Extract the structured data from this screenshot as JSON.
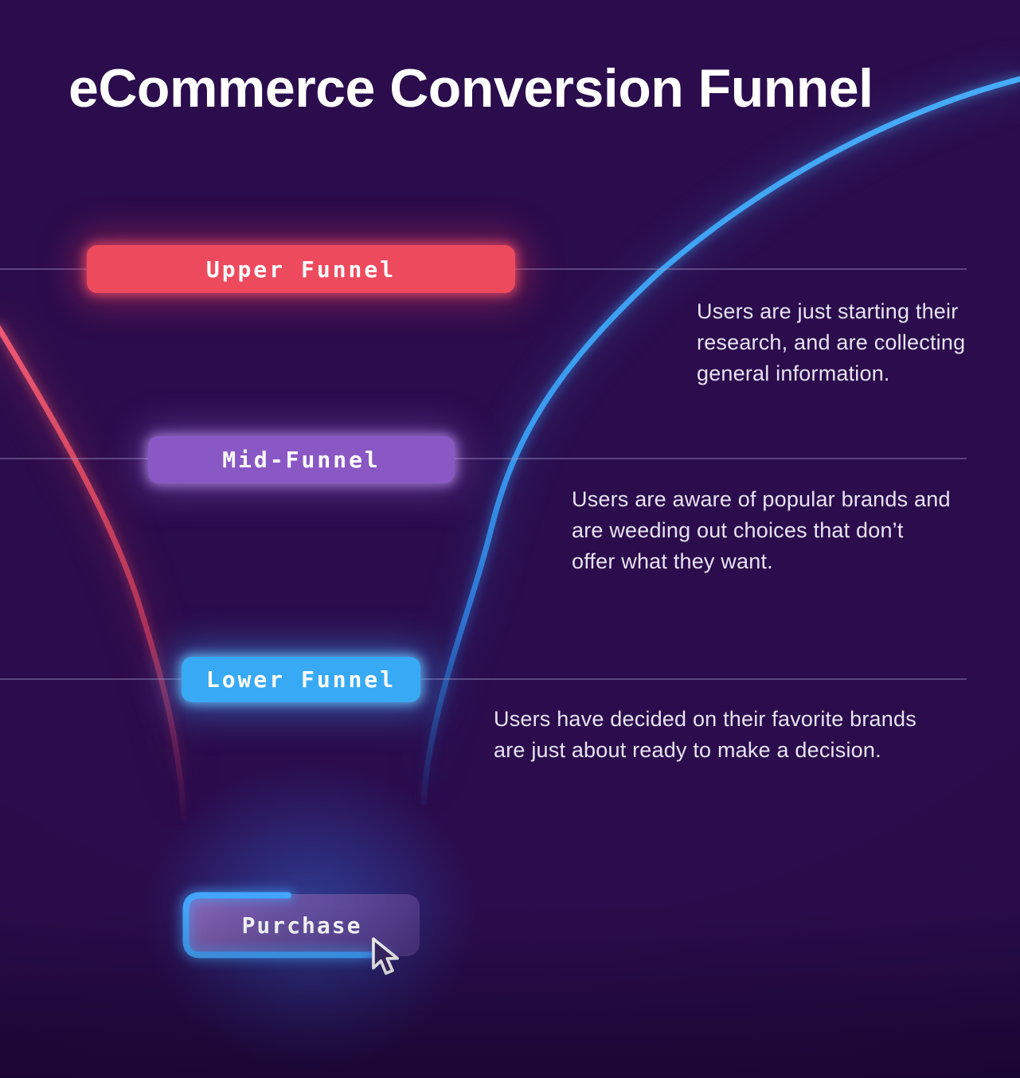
{
  "title": "eCommerce Conversion Funnel",
  "stages": [
    {
      "label": "Upper Funnel",
      "color": "#ee4a5e",
      "description": "Users are just starting their\nresearch, and are collecting\ngeneral information."
    },
    {
      "label": "Mid-Funnel",
      "color": "#8a58c4",
      "description": "Users are aware of popular brands and\nare weeding out choices that don’t\noffer what they want."
    },
    {
      "label": "Lower Funnel",
      "color": "#38a9f5",
      "description": "Users have decided on their favorite brands\nare just about ready to make a decision."
    }
  ],
  "purchase": {
    "label": "Purchase",
    "cursor_icon": "arrow-pointer"
  },
  "colors": {
    "background": "#2b0c4c",
    "upper": "#ee4a5e",
    "mid": "#8a58c4",
    "lower": "#38a9f5",
    "purchase_border": "#41a6ff",
    "left_curve": "#d84560",
    "right_curve": "#3b9cf0",
    "divider_line": "#a898cd",
    "title_text": "#ffffff",
    "body_text": "#e9e3f4"
  }
}
